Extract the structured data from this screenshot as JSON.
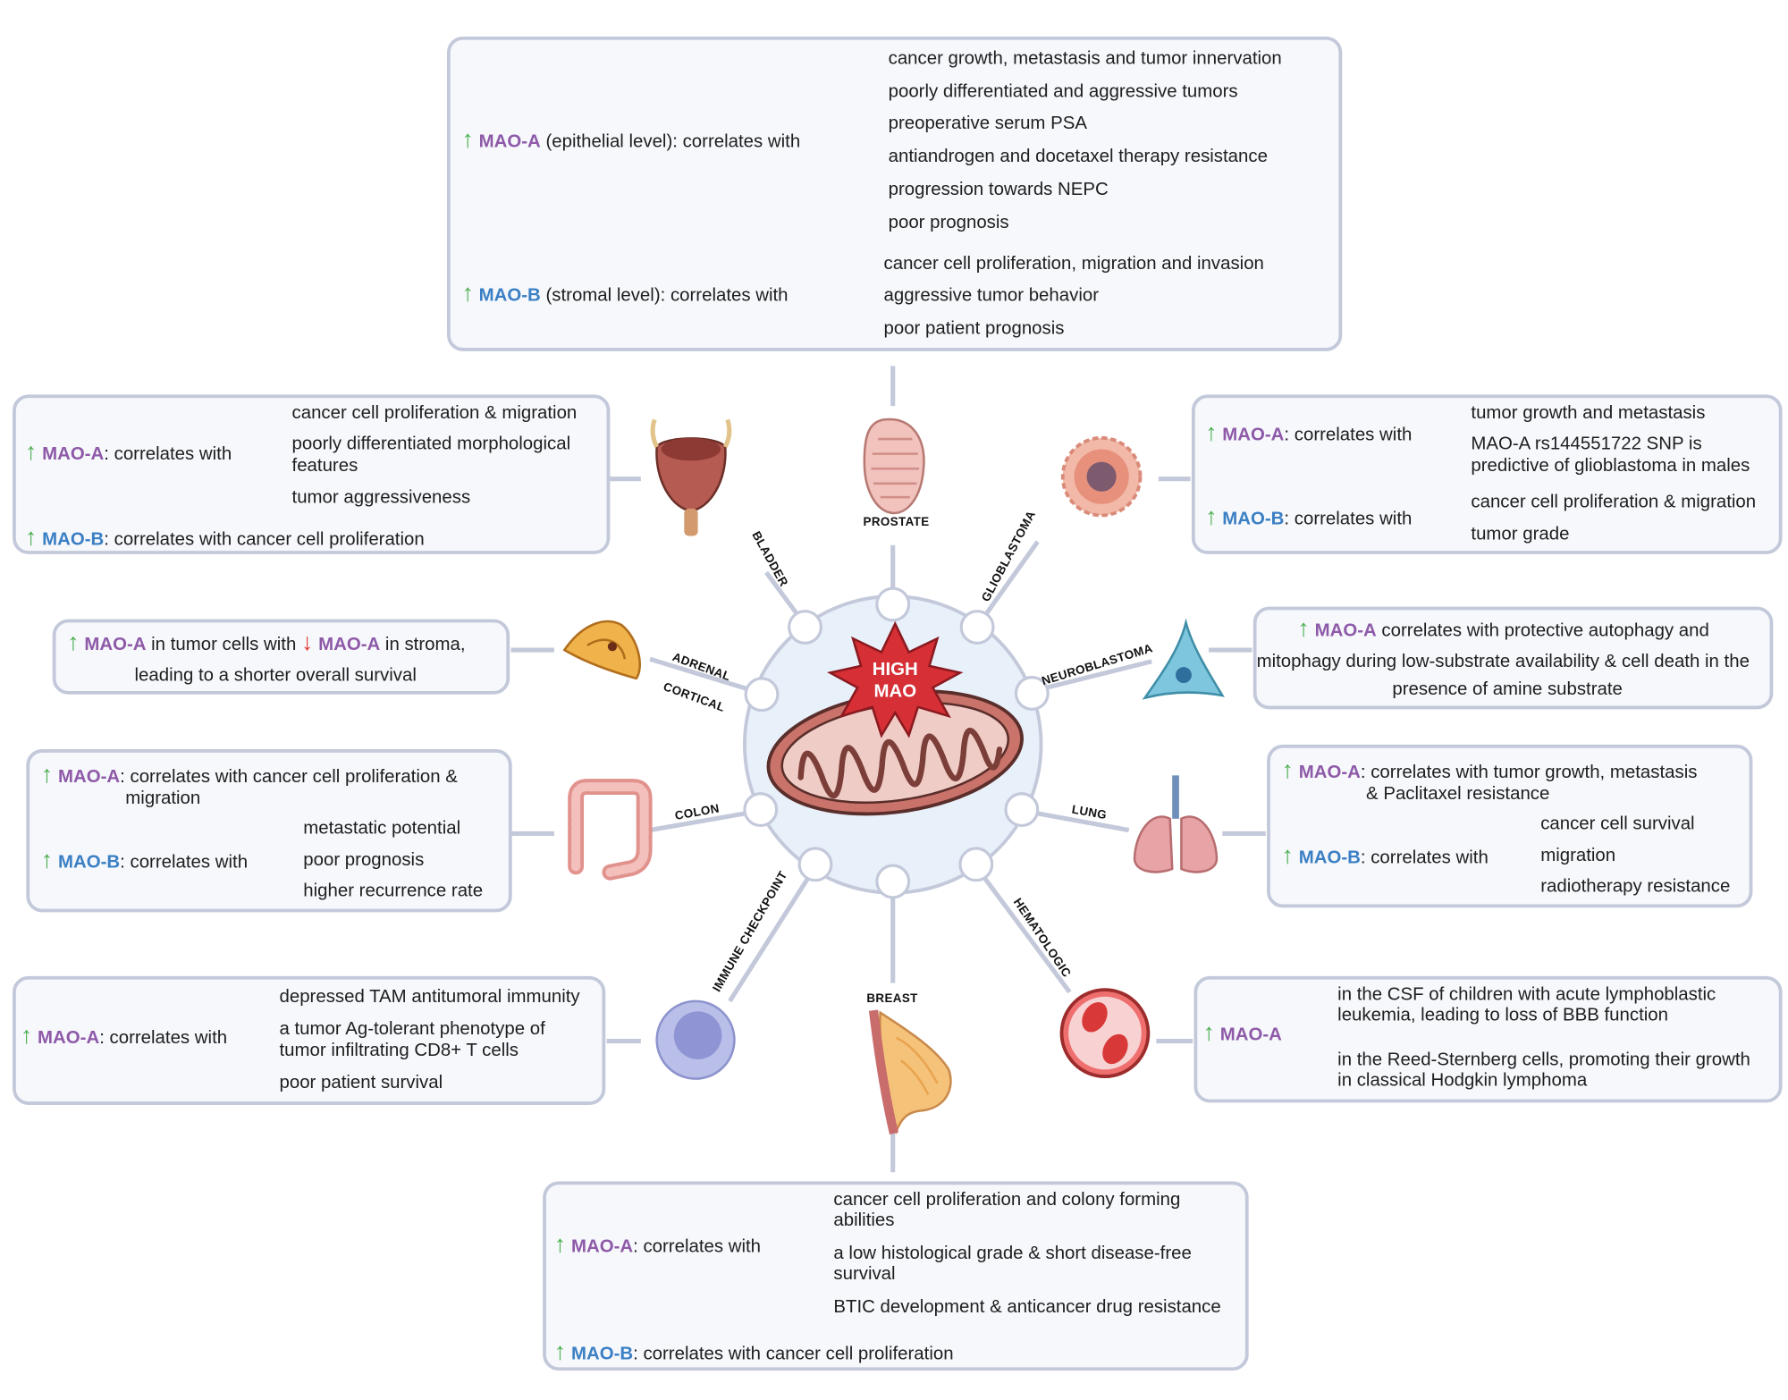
{
  "center": {
    "label_line1": "HIGH",
    "label_line2": "MAO"
  },
  "organs": {
    "prostate": "PROSTATE",
    "bladder": "BLADDER",
    "glioblastoma": "GLIOBLASTOMA",
    "adrenal_1": "ADRENAL",
    "adrenal_2": "CORTICAL",
    "neuroblastoma": "NEUROBLASTOMA",
    "colon": "COLON",
    "lung": "LUNG",
    "immune": "IMMUNE CHECKPOINT",
    "hematologic": "HEMATOLOGIC",
    "breast": "BREAST"
  },
  "prostate": {
    "mao_a": "MAO-A",
    "mao_a_text": " (epithelial level): correlates with",
    "a_items": [
      "cancer growth, metastasis and tumor innervation",
      "poorly differentiated and aggressive tumors",
      "preoperative serum PSA",
      "antiandrogen and docetaxel therapy resistance",
      "progression towards NEPC",
      "poor prognosis"
    ],
    "mao_b": "MAO-B",
    "mao_b_text": " (stromal level): correlates with",
    "b_items": [
      "cancer cell proliferation, migration and invasion",
      "aggressive tumor behavior",
      "poor patient prognosis"
    ]
  },
  "bladder": {
    "mao_a": "MAO-A",
    "mao_a_text": ": correlates with",
    "a_items": [
      "cancer cell proliferation & migration",
      "poorly differentiated morphological",
      "features",
      "tumor aggressiveness"
    ],
    "mao_b": "MAO-B",
    "mao_b_text": ": correlates with cancer cell proliferation"
  },
  "glioblastoma": {
    "mao_a": "MAO-A",
    "mao_a_text": ": correlates with",
    "a_items": [
      "tumor growth and metastasis",
      "MAO-A rs144551722 SNP is",
      "predictive of glioblastoma in males"
    ],
    "mao_b": "MAO-B",
    "mao_b_text": ": correlates with",
    "b_items": [
      "cancer cell proliferation & migration",
      "tumor grade"
    ]
  },
  "adrenal": {
    "mao_a1": "MAO-A",
    "text1": " in tumor cells with ",
    "mao_a2": "MAO-A",
    "text2": " in stroma,",
    "line2": "leading to a shorter overall survival"
  },
  "neuroblastoma": {
    "mao_a": "MAO-A",
    "line1": " correlates with protective autophagy and",
    "line2": "mitophagy during low-substrate availability & cell death in the",
    "line3": "presence of amine substrate"
  },
  "colon": {
    "mao_a": "MAO-A",
    "mao_a_text": ": correlates with cancer cell proliferation &",
    "mao_a_text2": "migration",
    "mao_b": "MAO-B",
    "mao_b_text": ": correlates with",
    "b_items": [
      "metastatic potential",
      "poor prognosis",
      "higher recurrence rate"
    ]
  },
  "lung": {
    "mao_a": "MAO-A",
    "mao_a_text": ": correlates with tumor growth, metastasis",
    "mao_a_text2": "& Paclitaxel resistance",
    "mao_b": "MAO-B",
    "mao_b_text": ": correlates with",
    "b_items": [
      "cancer cell survival",
      "migration",
      "radiotherapy resistance"
    ]
  },
  "immune": {
    "mao_a": "MAO-A",
    "mao_a_text": ": correlates with",
    "a_items": [
      "depressed TAM antitumoral immunity",
      "a tumor Ag-tolerant phenotype of",
      "tumor infiltrating CD8+ T cells",
      "poor patient survival"
    ]
  },
  "hematologic": {
    "mao_a": "MAO-A",
    "a_items": [
      "in the CSF of children with acute lymphoblastic",
      "leukemia, leading to loss of BBB function",
      "in the Reed-Sternberg cells, promoting their growth",
      "in classical Hodgkin lymphoma"
    ]
  },
  "breast": {
    "mao_a": "MAO-A",
    "mao_a_text": ": correlates with",
    "a_items": [
      "cancer cell proliferation and colony forming",
      "abilities",
      "a low histological grade & short disease-free",
      "survival",
      "BTIC development & anticancer drug resistance"
    ],
    "mao_b": "MAO-B",
    "mao_b_text": ": correlates with cancer cell proliferation"
  },
  "colors": {
    "mao_a": "#8e5aa8",
    "mao_b": "#3b7fc4",
    "up_arrow": "#4caf50",
    "down_arrow": "#e53935",
    "box_border": "#c3c9da",
    "box_fill": "#f6f8fc",
    "star": "#d62f36"
  },
  "icons": [
    "prostate-icon",
    "bladder-icon",
    "glioblastoma-icon",
    "adrenal-icon",
    "neuroblastoma-icon",
    "colon-icon",
    "lung-icon",
    "immune-cell-icon",
    "hematologic-icon",
    "breast-icon",
    "mitochondrion-icon",
    "up-arrow-icon",
    "down-arrow-icon"
  ]
}
